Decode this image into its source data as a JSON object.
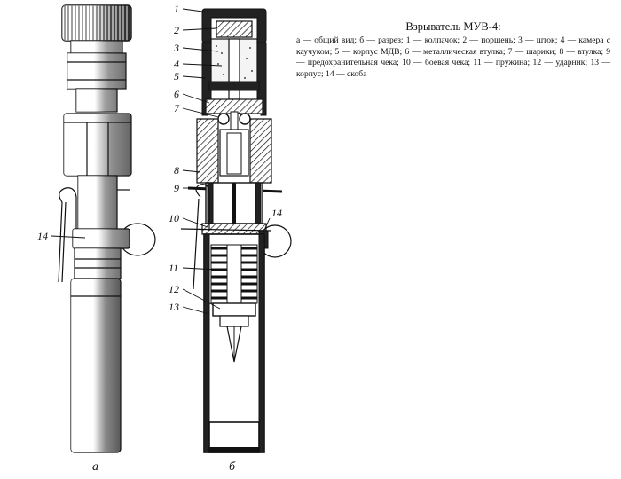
{
  "caption": {
    "title": "Взрыватель МУВ-4:",
    "body": "а — общий вид; б — разрез; 1 — колпачок; 2 — поршень; 3 — шток; 4 — камера с каучуком; 5 — корпус МДВ; 6 — металлическая втулка; 7 — шарики; 8 — втулка; 9 — предохранительная чека; 10 — боевая чека; 11 — пружина; 12 — ударник; 13 — корпус; 14 — скоба"
  },
  "views": {
    "left": "а",
    "right": "б"
  },
  "callouts": [
    "1",
    "2",
    "3",
    "4",
    "5",
    "6",
    "7",
    "8",
    "9",
    "10",
    "11",
    "12",
    "13",
    "14",
    "14"
  ]
}
